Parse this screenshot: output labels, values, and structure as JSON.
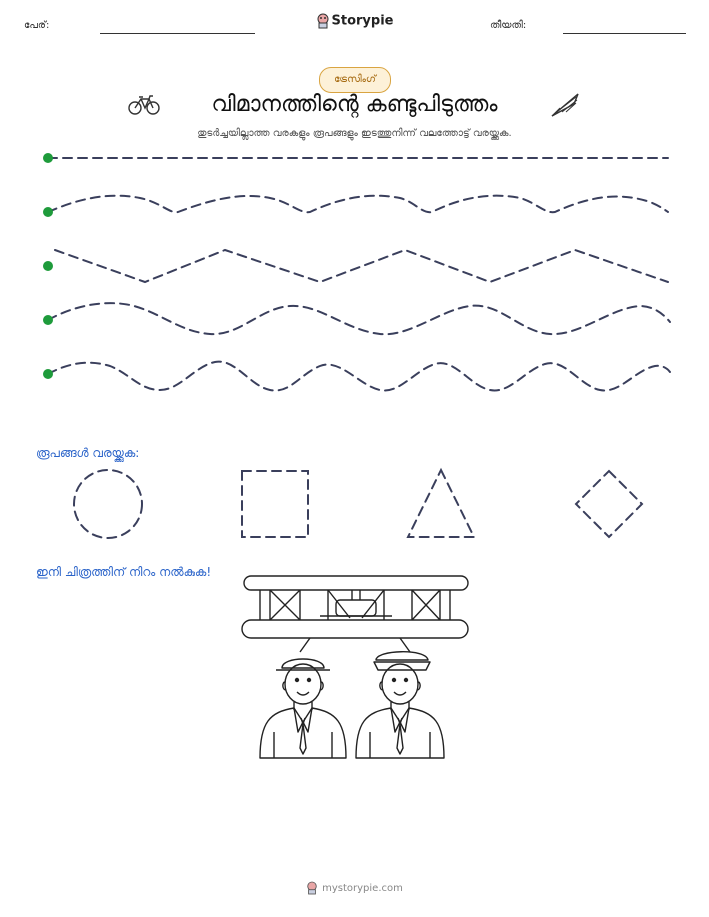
{
  "header": {
    "name_label": "പേര്:",
    "brand": "Storypie",
    "date_label": "തീയതി:"
  },
  "badge": "ട്രേസിംഗ്",
  "title": "വിമാനത്തിന്റെ കണ്ടുപിടുത്തം",
  "subtitle": "തുടർച്ചയില്ലാത്ത വരകളും രൂപങ്ങളും ഇടത്തുനിന്ന് വലത്തോട്ട് വരയ്ക്കുക.",
  "shapes_heading": "രൂപങ്ങൾ വരയ്ക്കുക:",
  "coloring_heading": "ഇനി ചിത്രത്തിന് നിറം നൽകുക!",
  "footer": "mystorypie.com",
  "colors": {
    "start_dot": "#1e9b3b",
    "dash": "#3a3f5c",
    "heading": "#2a63c9",
    "badge_border": "#d9a441"
  },
  "icons": [
    "bicycle-icon",
    "kite-icon",
    "storypie-logo-icon"
  ]
}
